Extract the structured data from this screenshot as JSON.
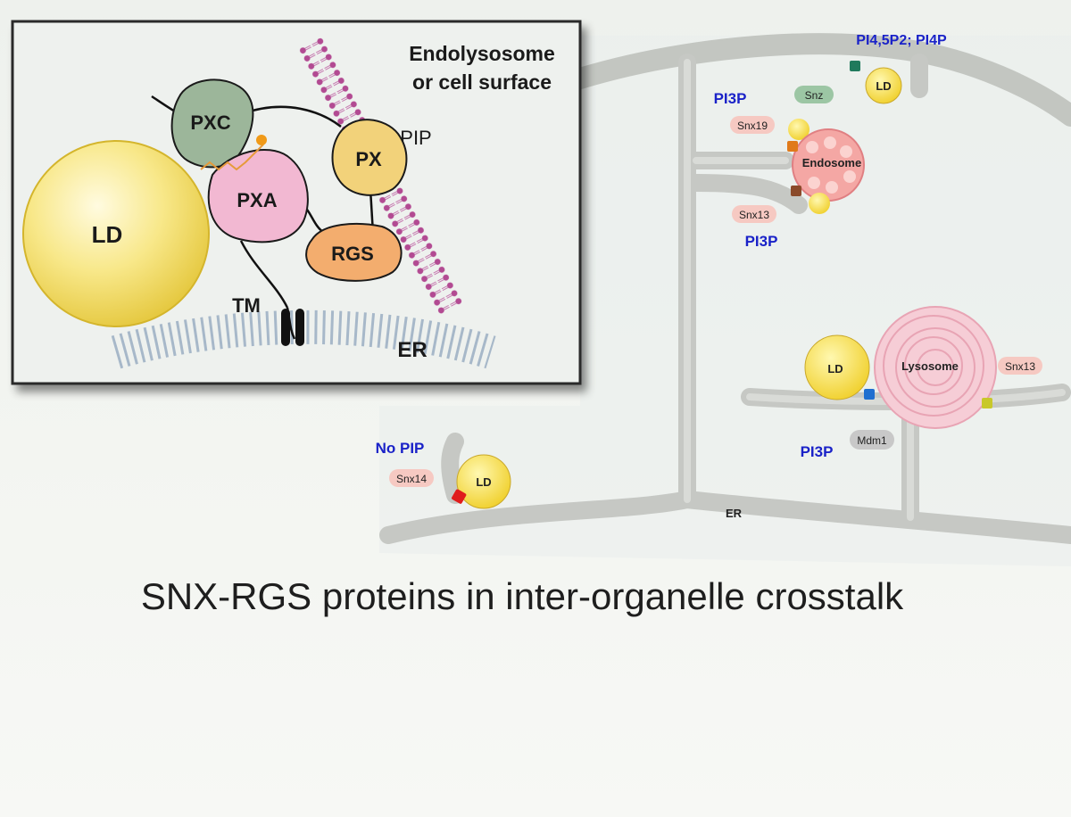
{
  "inset": {
    "membrane_label_line1": "Endolysosome",
    "membrane_label_line2": "or cell surface",
    "pip_label": "PIP",
    "pxc_label": "PXC",
    "px_label": "PX",
    "pxa_label": "PXA",
    "rgs_label": "RGS",
    "ld_label": "LD",
    "tm_label": "TM",
    "er_label": "ER"
  },
  "cell": {
    "top_lipid_label": "PI4,5P2; PI4P",
    "snz_label": "Snz",
    "top_ld_label": "LD",
    "pi3p_upper": "PI3P",
    "snx19_label": "Snx19",
    "endosome_label": "Endosome",
    "snx13_upper_label": "Snx13",
    "pi3p_middle": "PI3P",
    "lysosome_label": "Lysosome",
    "snx13_right_label": "Snx13",
    "ld_lyso_label": "LD",
    "mdm1_label": "Mdm1",
    "pi3p_lower": "PI3P",
    "no_pip_label": "No PIP",
    "snx14_label": "Snx14",
    "ld_bottom_label": "LD",
    "er_label": "ER"
  },
  "caption": "SNX-RGS proteins in inter-organelle crosstalk",
  "colors": {
    "pip_blue": "#1a22c8",
    "pxc": "#9cb69a",
    "px": "#f2d27a",
    "pxa": "#f2b8d2",
    "rgs": "#f3ad6e",
    "ld": "#f5dc5c",
    "er": "#c9cbc7",
    "membrane": "#b0478e"
  }
}
